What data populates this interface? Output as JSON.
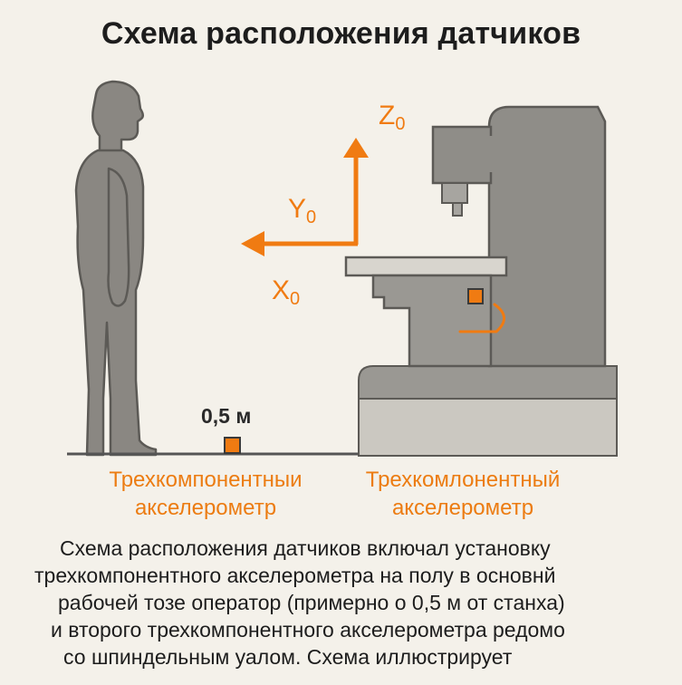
{
  "title": "Схема расположения датчиков",
  "axes": {
    "z": "Z",
    "y": "Y",
    "x": "X",
    "subscript": "0"
  },
  "distance_label": "0,5 м",
  "sensor_labels": {
    "floor": [
      "Трехкомпонентныи",
      "акселерометр"
    ],
    "spindle": [
      "Трехкомлонентный",
      "акселерометр"
    ]
  },
  "caption_lines": [
    "Схема расположения датчиков включал установку",
    "трехкомпонентного акселерометра на полу в основнй",
    "рабочей тозе оператор (примерно о 0,5 м от станха)",
    "и второго трехкомпонентного акселерометра редомо",
    "со шпиндельным уалом. Схема иллюстрирует"
  ],
  "colors": {
    "background": "#f4f1ea",
    "accent": "#f07b12",
    "figure": "#8a8782",
    "machine": "#8f8d88",
    "text": "#1d1d1d"
  }
}
